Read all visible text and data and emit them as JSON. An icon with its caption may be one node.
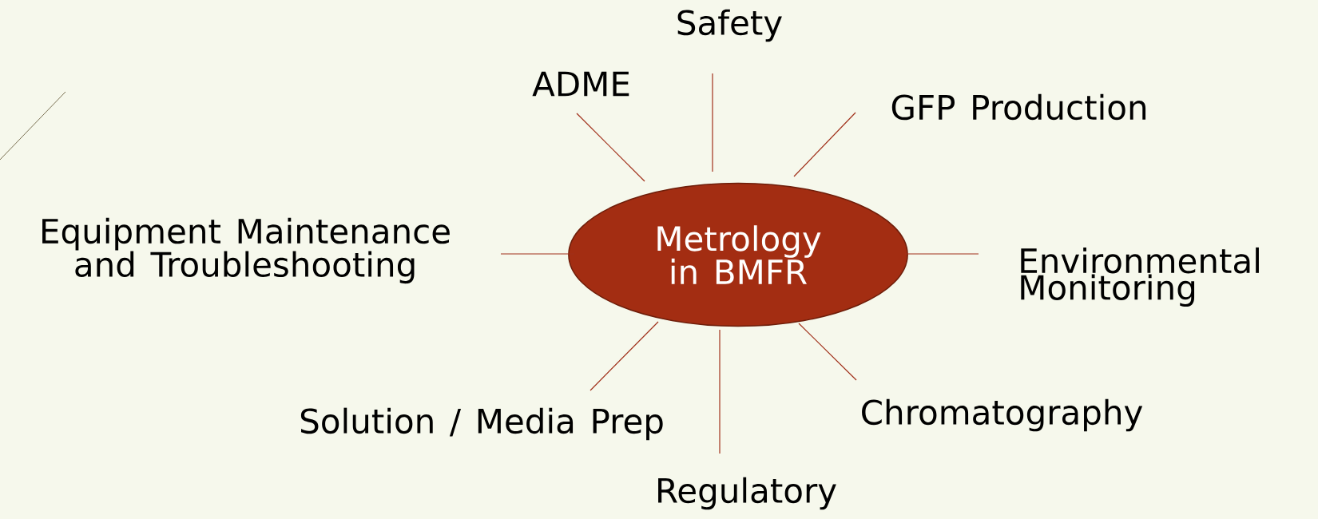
{
  "diagram": {
    "nodes": [
      {
        "text": [
          "Metrology in BMFR"
        ]
      },
      {
        "text": [
          "Safety"
        ]
      },
      {
        "text": [
          "ADME"
        ]
      },
      {
        "text": [
          "GFP Production"
        ]
      },
      {
        "text": [
          "Equipment Maintenance and Troubleshooting"
        ]
      },
      {
        "text": [
          "Environmental Monitoring"
        ]
      },
      {
        "text": [
          "Solution / Media Prep"
        ]
      },
      {
        "text": [
          "Chromatography"
        ]
      },
      {
        "text": [
          "Regulatory"
        ]
      }
    ],
    "edges": [
      {
        "from": 0,
        "to": 1,
        "arrow": "none"
      },
      {
        "from": 0,
        "to": 2,
        "arrow": "none"
      },
      {
        "from": 0,
        "to": 3,
        "arrow": "none"
      },
      {
        "from": 0,
        "to": 4,
        "arrow": "none"
      },
      {
        "from": 0,
        "to": 5,
        "arrow": "none"
      },
      {
        "from": 0,
        "to": 6,
        "arrow": "none"
      },
      {
        "from": 0,
        "to": 7,
        "arrow": "none"
      },
      {
        "from": 0,
        "to": 8,
        "arrow": "none"
      }
    ]
  }
}
